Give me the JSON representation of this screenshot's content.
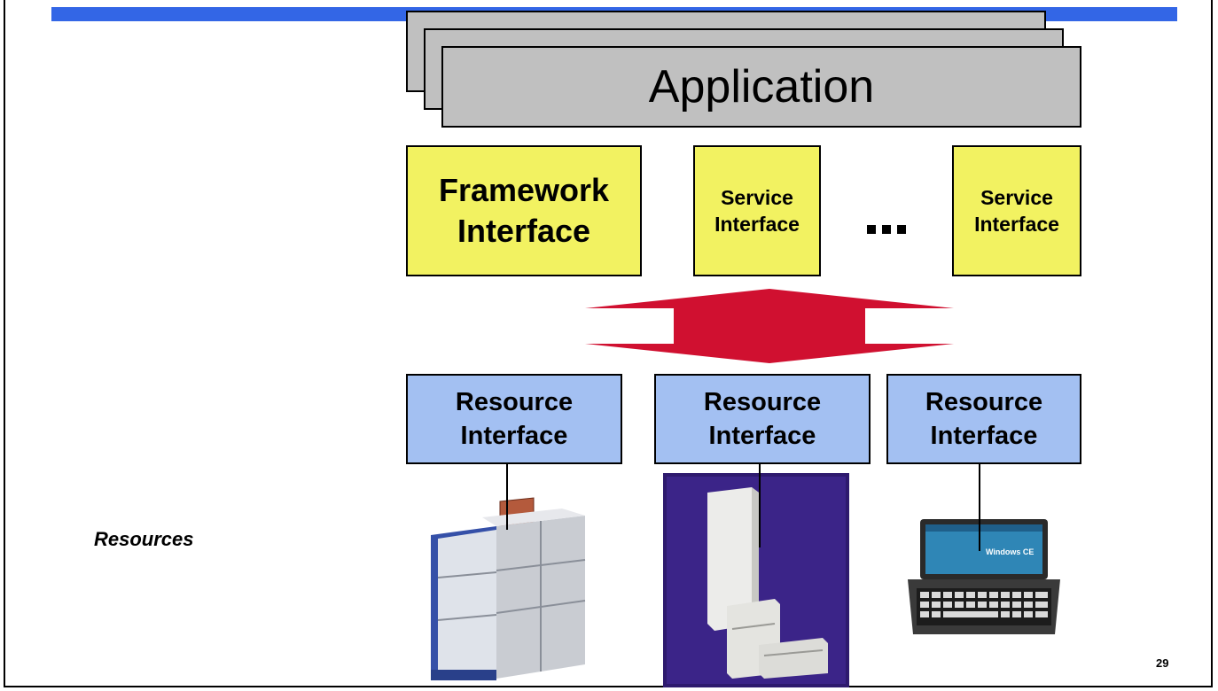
{
  "application": {
    "label": "Application"
  },
  "interfaces": {
    "framework": {
      "line1": "Framework",
      "line2": "Interface"
    },
    "service_1": {
      "line1": "Service",
      "line2": "Interface"
    },
    "service_2": {
      "line1": "Service",
      "line2": "Interface"
    }
  },
  "resource_interfaces": [
    {
      "line1": "Resource",
      "line2": "Interface"
    },
    {
      "line1": "Resource",
      "line2": "Interface"
    },
    {
      "line1": "Resource",
      "line2": "Interface"
    }
  ],
  "resources_label": "Resources",
  "device_screen_text": "Windows CE",
  "page_number": "29",
  "colors": {
    "top_bar": "#3366e6",
    "application": "#c0c0c0",
    "interface_yellow": "#f2f261",
    "resource_blue": "#a3c0f2",
    "arrow_red": "#d01030"
  }
}
